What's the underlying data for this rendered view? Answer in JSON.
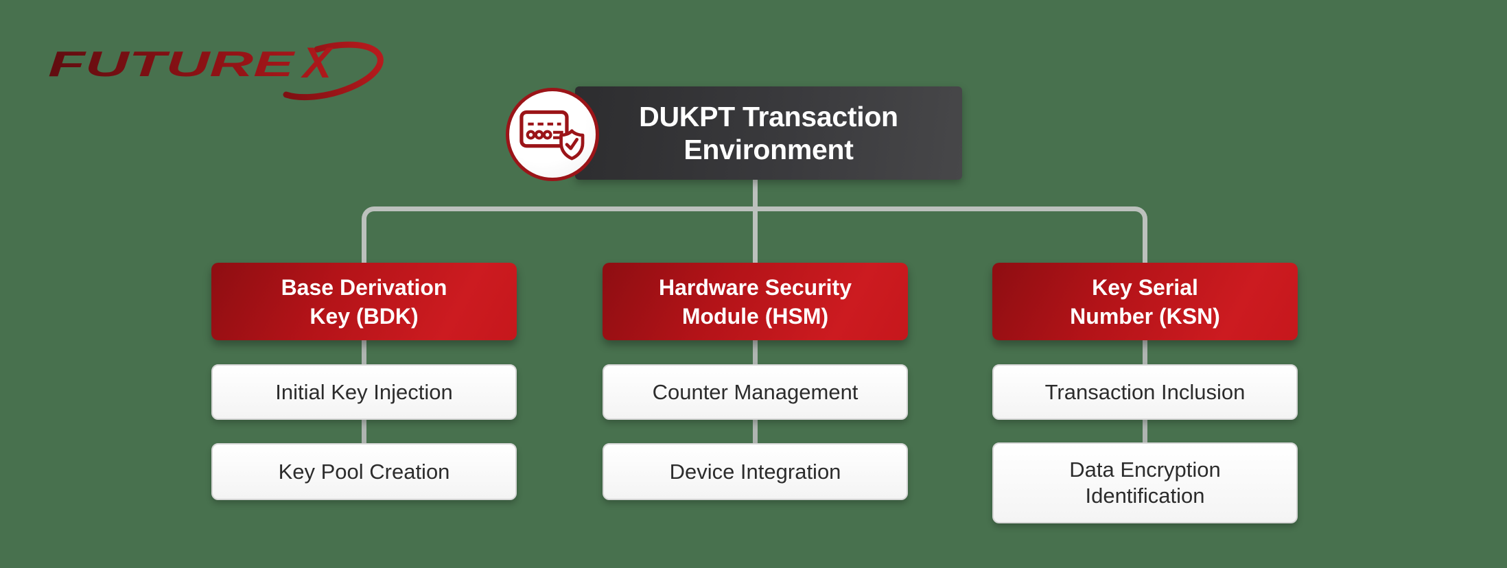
{
  "colors": {
    "background_green": "#48714E",
    "brand_red": "#C4161A",
    "brand_dark_red": "#9B1418",
    "header_panel_dark": "#3A3A3D",
    "connector_gray": "#BCC1BD",
    "box_text_dark": "#2C2C2C",
    "text_white": "#FFFFFF"
  },
  "logo": {
    "main": "FUTURE",
    "x": "X"
  },
  "header": {
    "title_lines": [
      "DUKPT Transaction",
      "Environment"
    ],
    "icon": "payment-card-shield-icon"
  },
  "columns": [
    {
      "header_lines": [
        "Base Derivation",
        "Key (BDK)"
      ],
      "items": [
        [
          "Initial Key Injection"
        ],
        [
          "Key Pool Creation"
        ]
      ]
    },
    {
      "header_lines": [
        "Hardware Security",
        "Module (HSM)"
      ],
      "items": [
        [
          "Counter Management"
        ],
        [
          "Device Integration"
        ]
      ]
    },
    {
      "header_lines": [
        "Key Serial",
        "Number (KSN)"
      ],
      "items": [
        [
          "Transaction Inclusion"
        ],
        [
          "Data Encryption",
          "Identification"
        ]
      ]
    }
  ]
}
